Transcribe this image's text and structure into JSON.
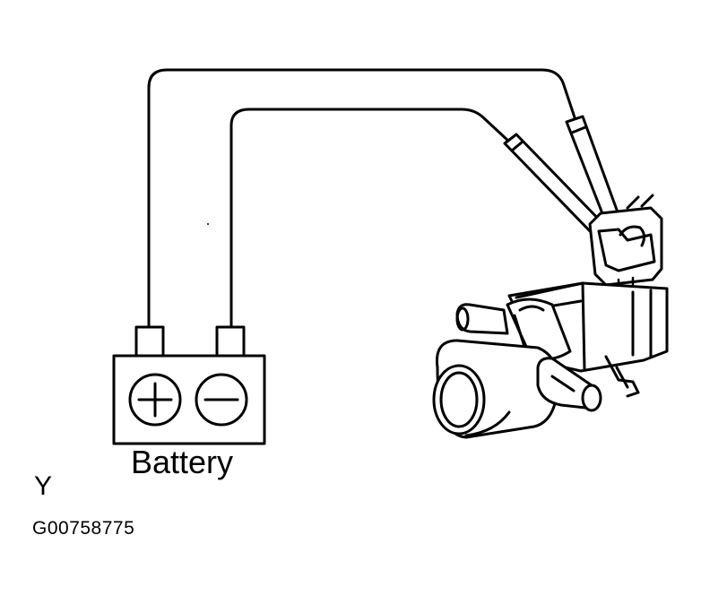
{
  "diagram": {
    "battery_label": "Battery",
    "corner_letter": "Y",
    "figure_id": "G00758775",
    "positive_symbol": "+",
    "negative_symbol": "−"
  },
  "colors": {
    "line": "#000000",
    "background": "#ffffff"
  }
}
